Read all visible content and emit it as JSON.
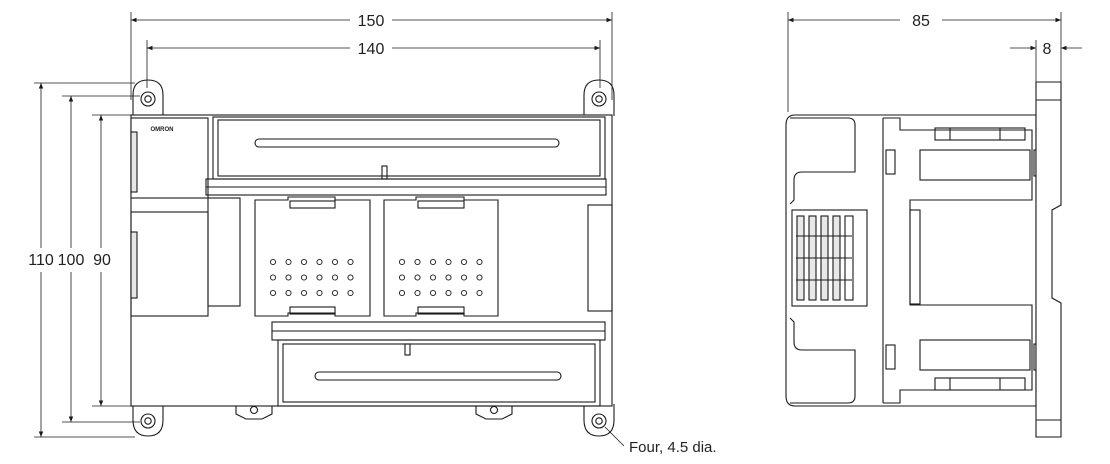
{
  "front_view": {
    "dimensions": {
      "overall_width": "150",
      "mounting_pitch_width": "140",
      "overall_height": "110",
      "mounting_pitch_height": "100",
      "body_height": "90"
    },
    "logo": "OMRON",
    "mounting_hole_note": "Four, 4.5 dia."
  },
  "side_view": {
    "dimensions": {
      "depth": "85",
      "rail_offset": "8"
    }
  },
  "colors": {
    "line": "#1a1a1a",
    "face": "#ffffff",
    "fill": "#f2f2f2",
    "dark": "#3a3a3a"
  }
}
